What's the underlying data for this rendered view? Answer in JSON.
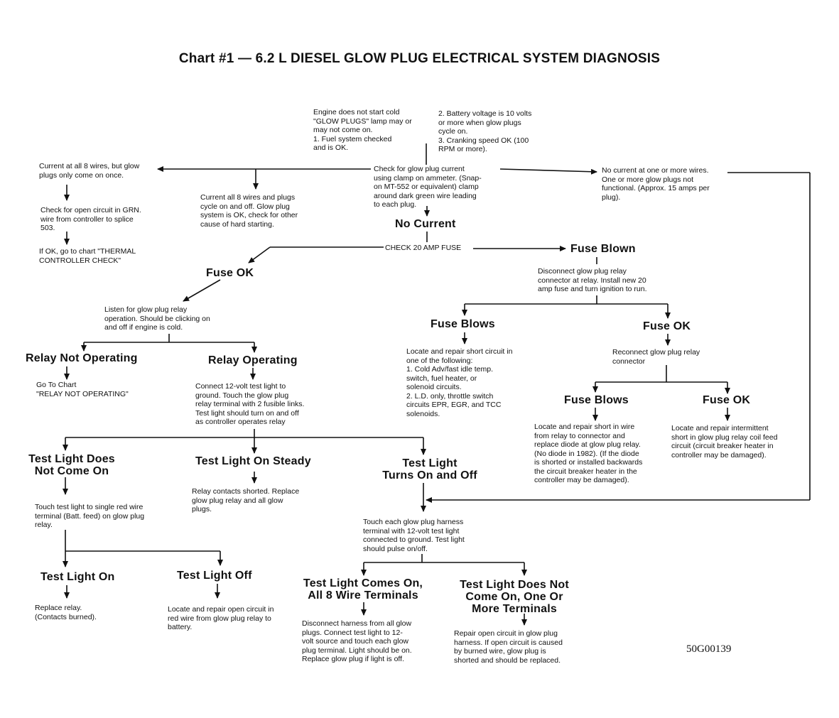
{
  "title": "Chart #1 — 6.2 L DIESEL GLOW PLUG ELECTRICAL SYSTEM DIAGNOSIS",
  "figure_id": "50G00139",
  "start": {
    "condition": "Engine does not start cold\n\"GLOW PLUGS\" lamp may or\nmay not come on.\n   1. Fuel system checked\n       and is OK.",
    "conditions_2_3": "2. Battery voltage is 10 volts\n    or more when glow plugs\n    cycle on.\n3. Cranking speed OK (100\n    RPM or more).",
    "check_current": "Check for glow plug current\nusing clamp on ammeter. (Snap-\non MT-552 or equivalent) clamp\naround dark green wire leading\nto each plug."
  },
  "branches": {
    "current_once": "Current at all 8 wires, but glow\nplugs only come on once.",
    "check_open_grn": "Check for open circuit in GRN.\nwire from controller to splice\n503.",
    "if_ok_thermal": "If OK, go to chart \"THERMAL\nCONTROLLER CHECK\"",
    "current_all_ok": "Current all 8 wires and plugs\ncycle on and off. Glow plug\nsystem is OK, check for other\ncause of hard starting.",
    "no_current_some": "No current at one or more wires.\nOne or more glow plugs not\nfunctional. (Approx. 15 amps per\nplug)."
  },
  "no_current": {
    "heading": "No Current",
    "check_fuse": "CHECK 20 AMP FUSE"
  },
  "fuse_ok_branch": {
    "heading": "Fuse OK",
    "listen": "Listen for glow plug relay\noperation. Should be clicking on\nand off if engine is cold.",
    "relay_not_operating": "Relay Not Operating",
    "go_to_chart": "Go To Chart\n\"RELAY NOT OPERATING\"",
    "relay_operating": "Relay Operating",
    "connect_test_light": "Connect 12-volt test light to\nground. Touch the glow plug\nrelay terminal with 2 fusible links.\nTest light should turn on and off\nas controller operates relay"
  },
  "test_light": {
    "does_not_come_on": "Test Light Does\nNot Come On",
    "touch_red_wire": "Touch test light to single red wire\nterminal (Batt. feed) on glow plug\nrelay.",
    "on": "Test Light On",
    "replace_relay": "Replace relay.\n(Contacts burned).",
    "off": "Test Light Off",
    "repair_red_wire": "Locate and repair open circuit in\nred wire from glow plug relay to\nbattery.",
    "on_steady": "Test Light On Steady",
    "contacts_shorted": "Relay contacts shorted. Replace\nglow plug relay and all glow\nplugs.",
    "turns_on_off": "Test Light\nTurns On and Off",
    "touch_each_harness": "Touch each glow plug harness\nterminal with 12-volt test light\nconnected to ground. Test light\nshould pulse on/off.",
    "comes_on_all8": "Test Light Comes On,\nAll 8 Wire Terminals",
    "disconnect_harness": "Disconnect harness from all glow\nplugs. Connect test light to 12-\nvolt source and touch each glow\nplug terminal. Light should be on.\nReplace glow plug if light is off.",
    "does_not_come_on_some": "Test Light Does Not\nCome On, One Or\nMore Terminals",
    "repair_harness": "Repair open circuit in glow plug\nharness. If open circuit is caused\nby burned wire, glow plug is\nshorted and should be replaced."
  },
  "fuse_blown_branch": {
    "heading": "Fuse Blown",
    "disconnect_relay": "Disconnect glow plug relay\nconnector at relay. Install new 20\namp fuse and turn ignition to run.",
    "fuse_blows": "Fuse Blows",
    "locate_short": "Locate and repair short circuit in\none of the following:\n1. Cold Adv/fast idle temp.\n    switch, fuel heater, or\n    solenoid circuits.\n2. L.D. only, throttle switch\n    circuits EPR, EGR, and TCC\n    solenoids.",
    "fuse_ok": "Fuse OK",
    "reconnect_relay": "Reconnect glow plug relay\nconnector",
    "fuse_blows_2": "Fuse Blows",
    "locate_short_wire": "Locate and repair short in wire\nfrom relay to connector and\nreplace diode at glow plug relay.\n(No diode in 1982). (If the diode\nis shorted or installed backwards\nthe circuit breaker heater in the\ncontroller may be damaged).",
    "fuse_ok_2": "Fuse OK",
    "intermittent_short": "Locate and repair intermittent\nshort in glow plug relay coil feed\ncircuit (circuit breaker heater in\ncontroller may be damaged)."
  }
}
